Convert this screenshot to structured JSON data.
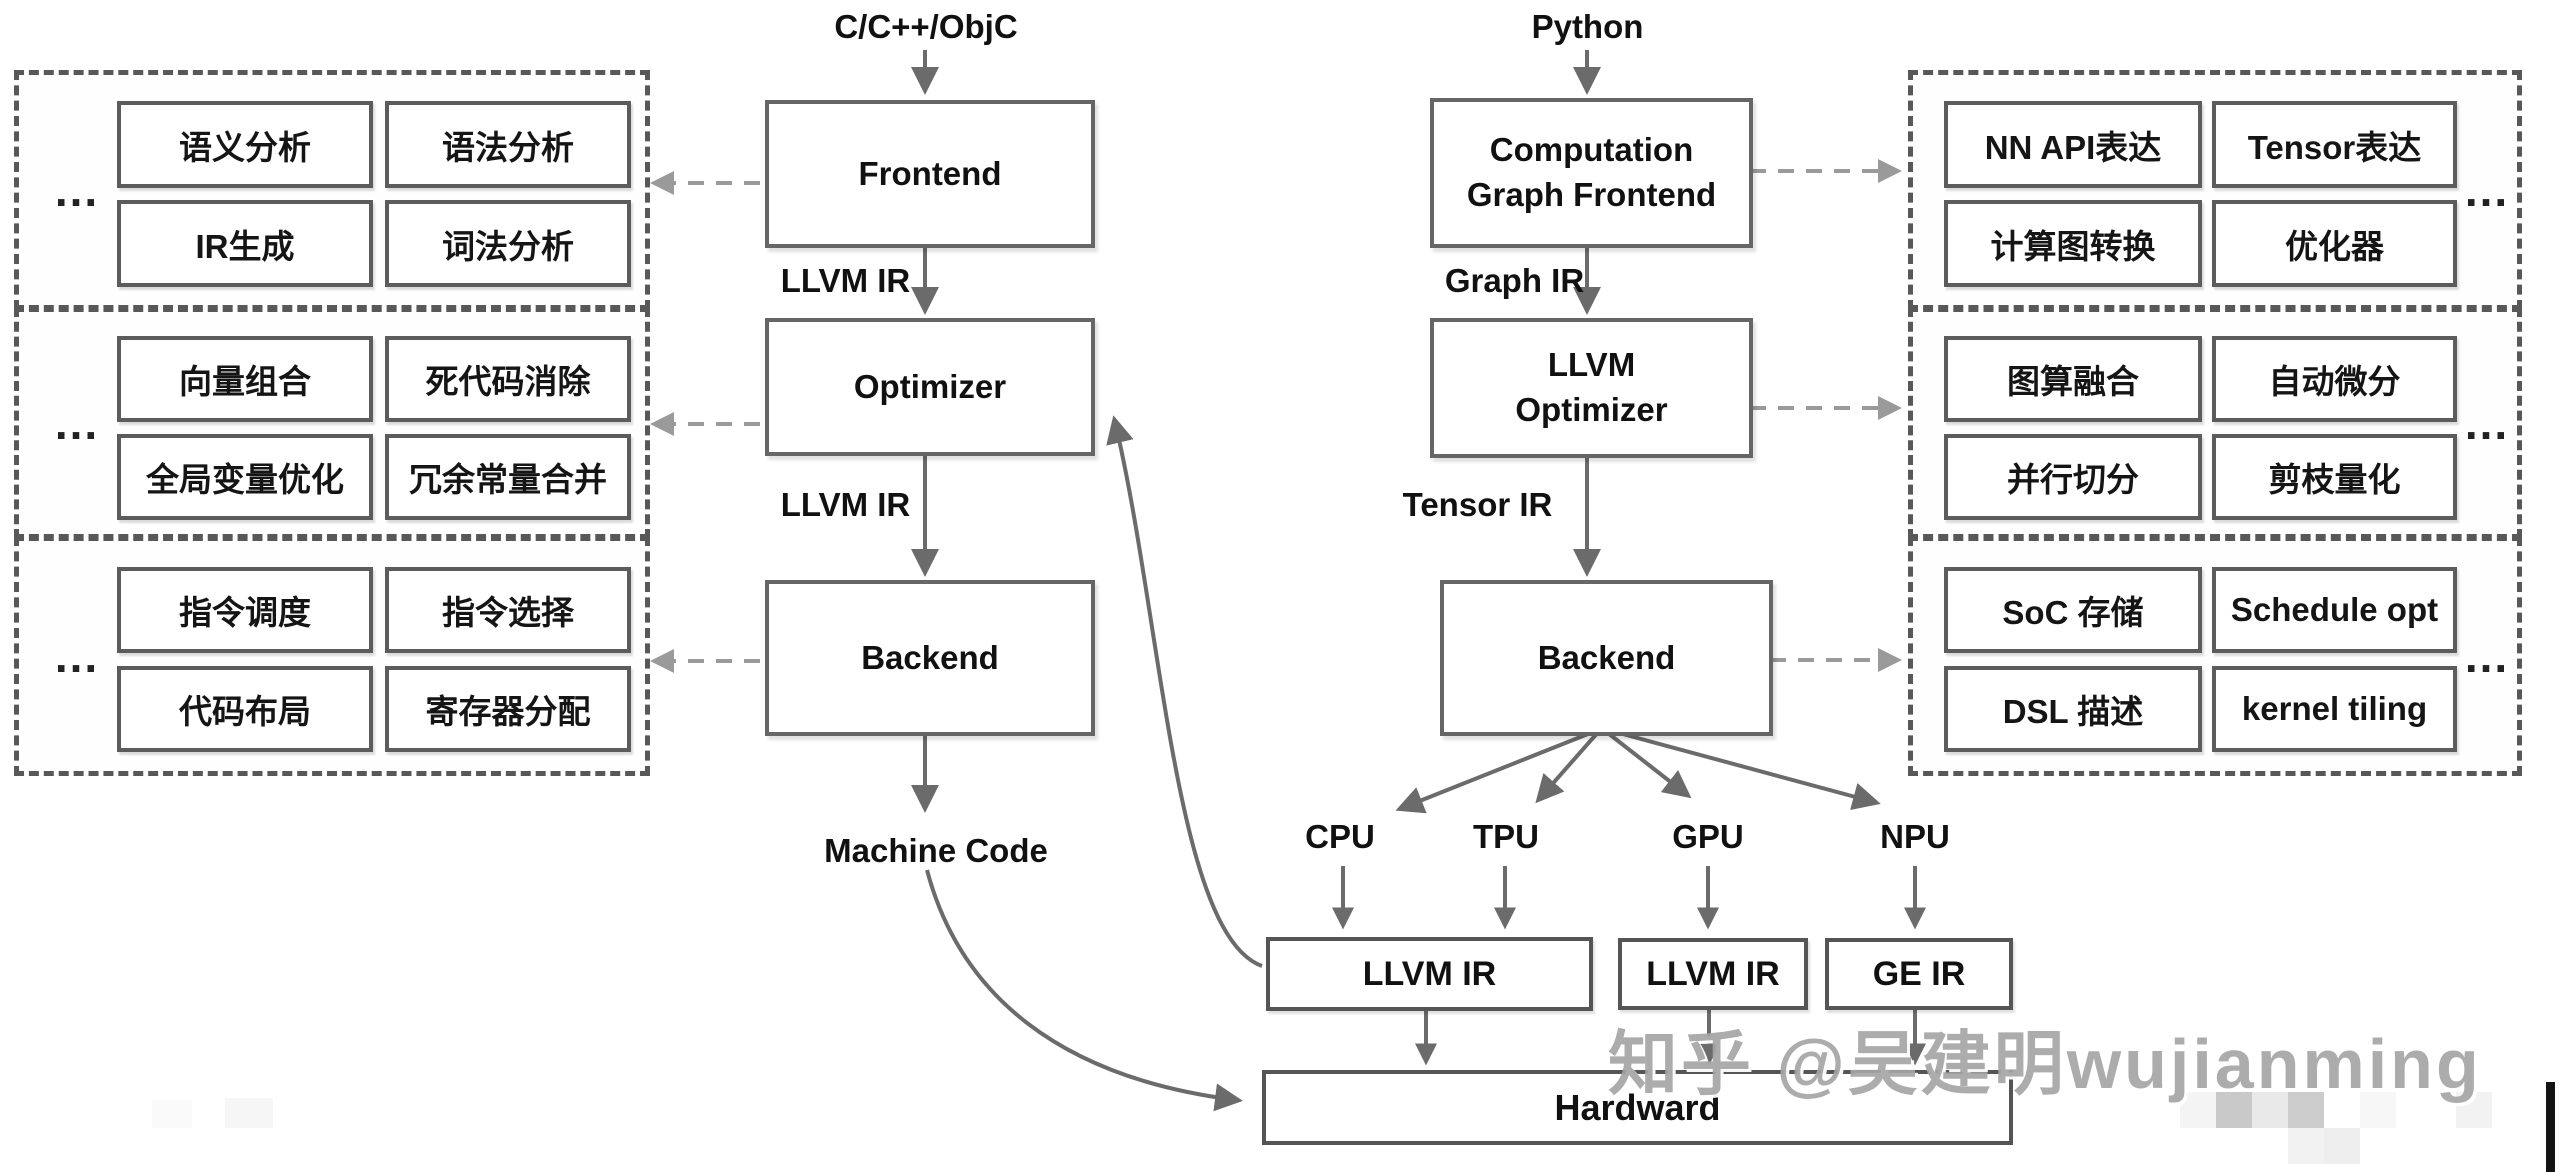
{
  "watermark": "知乎 @吴建明wujianming",
  "left_pipeline": {
    "input_label": "C/C++/ObjC",
    "stages": [
      "Frontend",
      "Optimizer",
      "Backend"
    ],
    "edge_labels": [
      "LLVM IR",
      "LLVM IR"
    ],
    "output_label": "Machine Code"
  },
  "right_pipeline": {
    "input_label": "Python",
    "stages": [
      "Computation Graph Frontend",
      "LLVM Optimizer",
      "Backend"
    ],
    "edge_labels": [
      "Graph IR",
      "Tensor IR"
    ],
    "targets": [
      "CPU",
      "TPU",
      "GPU",
      "NPU"
    ],
    "ir_boxes": [
      "LLVM IR",
      "LLVM IR",
      "GE IR"
    ],
    "hardware_label": "Hardward"
  },
  "left_panels": [
    {
      "ellipsis": "...",
      "boxes": [
        "语义分析",
        "语法分析",
        "IR生成",
        "词法分析"
      ]
    },
    {
      "ellipsis": "...",
      "boxes": [
        "向量组合",
        "死代码消除",
        "全局变量优化",
        "冗余常量合并"
      ]
    },
    {
      "ellipsis": "...",
      "boxes": [
        "指令调度",
        "指令选择",
        "代码布局",
        "寄存器分配"
      ]
    }
  ],
  "right_panels": [
    {
      "ellipsis": "...",
      "boxes": [
        "NN API表达",
        "Tensor表达",
        "计算图转换",
        "优化器"
      ]
    },
    {
      "ellipsis": "...",
      "boxes": [
        "图算融合",
        "自动微分",
        "并行切分",
        "剪枝量化"
      ]
    },
    {
      "ellipsis": "...",
      "boxes": [
        "SoC 存储",
        "Schedule opt",
        "DSL 描述",
        "kernel tiling"
      ]
    }
  ],
  "colors": {
    "solid_line": "#6b6b6b",
    "dashed_line": "#9a9a9a",
    "panel_border": "#585858",
    "box_border": "#5c5c5c",
    "text": "#111111",
    "watermark": "#a5a5a5"
  }
}
